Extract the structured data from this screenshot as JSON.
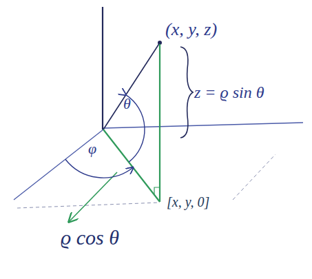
{
  "diagram": {
    "labels": [
      "(x, y, z)",
      "z = ϱ sin θ",
      "θ",
      "φ",
      "[x, y, 0]",
      "ϱ cos θ"
    ]
  }
}
